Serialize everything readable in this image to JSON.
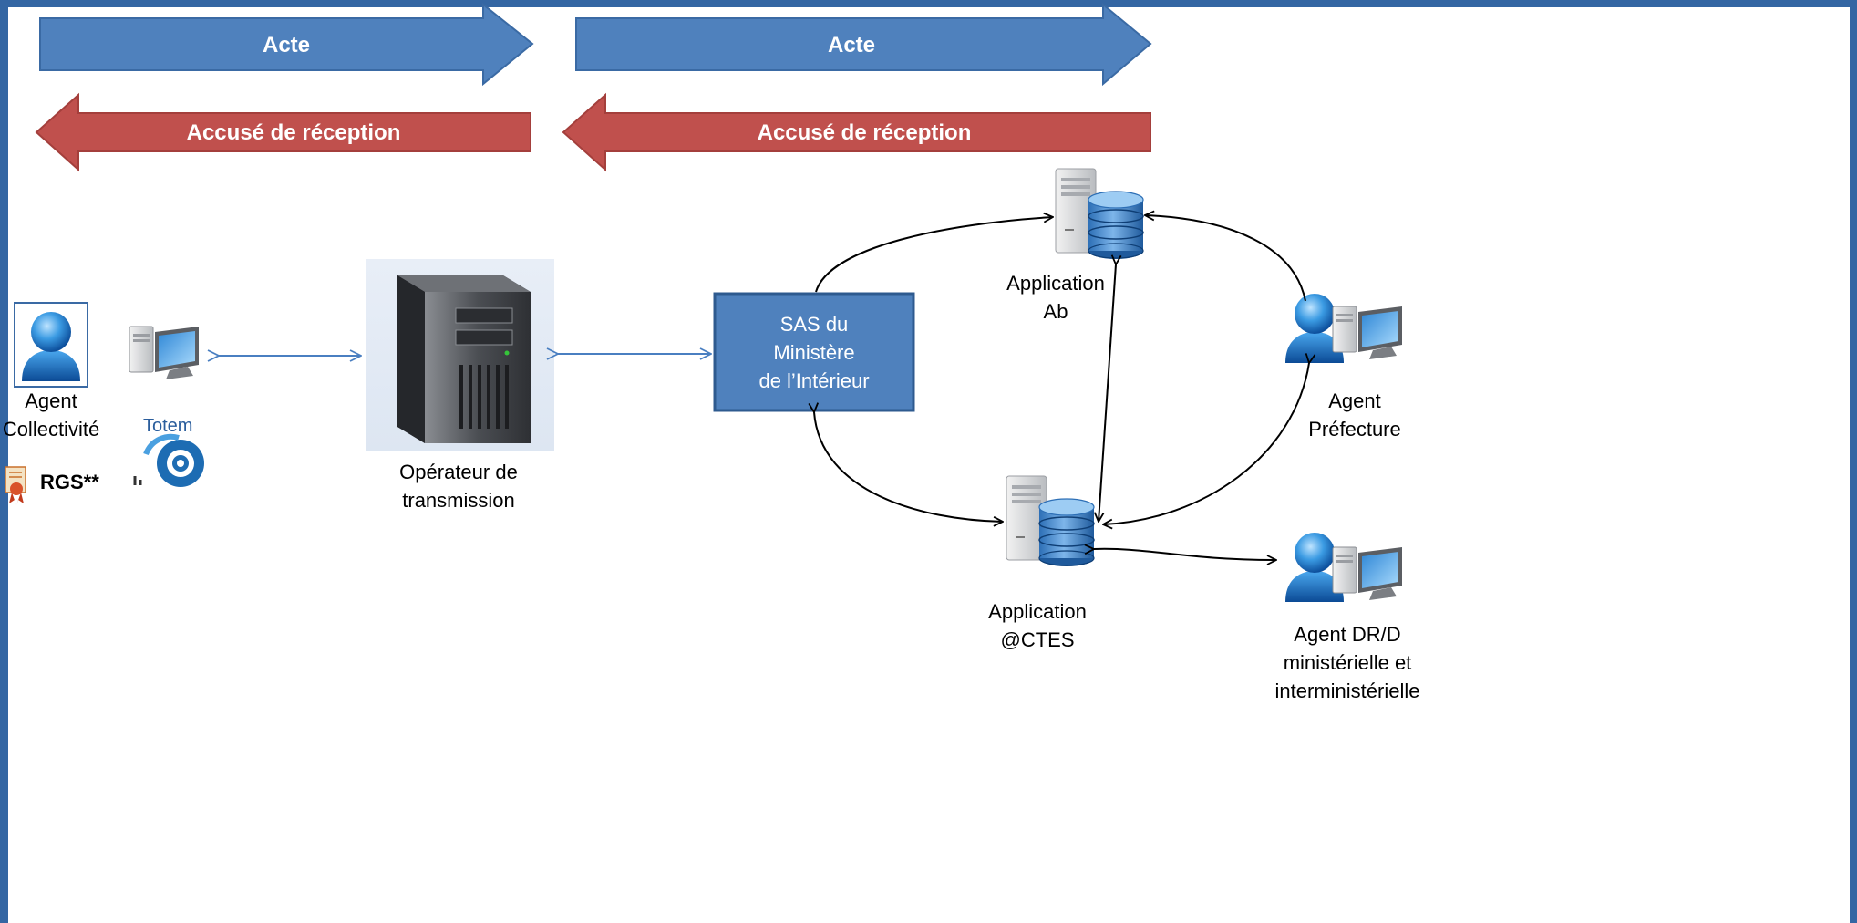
{
  "arrows": {
    "acte_left": "Acte",
    "acte_right": "Acte",
    "ack_left": "Accusé de réception",
    "ack_right": "Accusé de réception"
  },
  "collectivite": {
    "agent_line1": "Agent",
    "agent_line2": "Collectivité",
    "totem_label": "Totem",
    "rgs_label": "RGS**"
  },
  "operateur": {
    "line1": "Opérateur de",
    "line2": "transmission"
  },
  "sas": {
    "line1": "SAS du",
    "line2": "Ministère",
    "line3": "de l’Intérieur"
  },
  "app_ab": {
    "line1": "Application",
    "line2": "Ab"
  },
  "app_actes": {
    "line1": "Application",
    "line2": "@CTES"
  },
  "agent_prefecture": {
    "line1": "Agent",
    "line2": "Préfecture"
  },
  "agent_dr": {
    "line1": "Agent DR/D",
    "line2": "ministérielle et",
    "line3": "interministérielle"
  },
  "colors": {
    "frame": "#3466a3",
    "canvas": "#ffffff",
    "acte_arrow": "#4f81bd",
    "ack_arrow": "#c0504d",
    "sas_box": "#4f81bd",
    "link": "#4a7fc1"
  }
}
